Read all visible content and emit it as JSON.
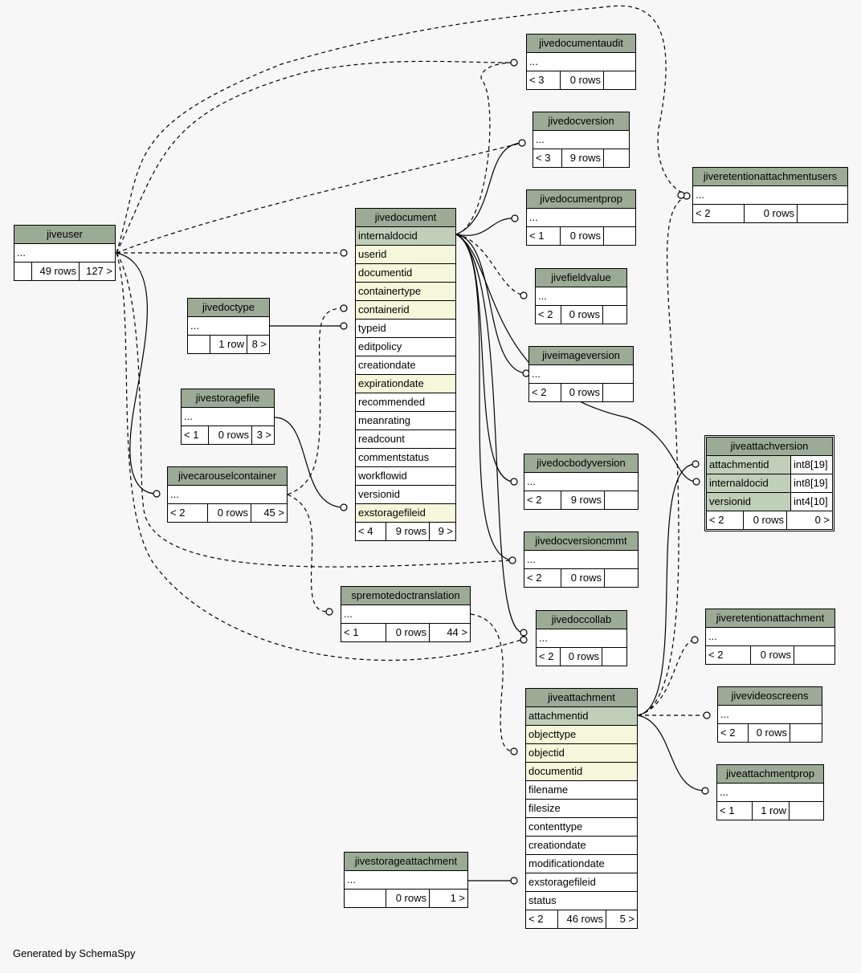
{
  "footer": "Generated by SchemaSpy",
  "colors": {
    "header": "#9bab96",
    "primary_key": "#bfcfb9",
    "foreign_key": "#f4f7da",
    "background": "#f7f7f7"
  },
  "tables": {
    "jiveuser": {
      "name": "jiveuser",
      "columns": [
        "..."
      ],
      "foot": [
        "",
        "49 rows",
        "127 >"
      ]
    },
    "jivedoctype": {
      "name": "jivedoctype",
      "columns": [
        "..."
      ],
      "foot": [
        "",
        "1 row",
        "8 >"
      ]
    },
    "jivestoragefile": {
      "name": "jivestoragefile",
      "columns": [
        "..."
      ],
      "foot": [
        "< 1",
        "0 rows",
        "3 >"
      ]
    },
    "jivecarouselcontainer": {
      "name": "jivecarouselcontainer",
      "columns": [
        "..."
      ],
      "foot": [
        "< 2",
        "0 rows",
        "45 >"
      ]
    },
    "jivedocument": {
      "name": "jivedocument",
      "columns": [
        "internaldocid",
        "userid",
        "documentid",
        "containertype",
        "containerid",
        "typeid",
        "editpolicy",
        "creationdate",
        "expirationdate",
        "recommended",
        "meanrating",
        "readcount",
        "commentstatus",
        "workflowid",
        "versionid",
        "exstoragefileid"
      ],
      "foot": [
        "< 4",
        "9 rows",
        "9 >"
      ]
    },
    "spremotedoctranslation": {
      "name": "spremotedoctranslation",
      "columns": [
        "..."
      ],
      "foot": [
        "< 1",
        "0 rows",
        "44 >"
      ]
    },
    "jivestorageattachment": {
      "name": "jivestorageattachment",
      "columns": [
        "..."
      ],
      "foot": [
        "",
        "0 rows",
        "1 >"
      ]
    },
    "jiveattachment": {
      "name": "jiveattachment",
      "columns": [
        "attachmentid",
        "objecttype",
        "objectid",
        "documentid",
        "filename",
        "filesize",
        "contenttype",
        "creationdate",
        "modificationdate",
        "exstoragefileid",
        "status"
      ],
      "foot": [
        "< 2",
        "46 rows",
        "5 >"
      ]
    },
    "jivedocumentaudit": {
      "name": "jivedocumentaudit",
      "columns": [
        "..."
      ],
      "foot": [
        "< 3",
        "0 rows",
        ""
      ]
    },
    "jivedocversion": {
      "name": "jivedocversion",
      "columns": [
        "..."
      ],
      "foot": [
        "< 3",
        "9 rows",
        ""
      ]
    },
    "jivedocumentprop": {
      "name": "jivedocumentprop",
      "columns": [
        "..."
      ],
      "foot": [
        "< 1",
        "0 rows",
        ""
      ]
    },
    "jivefieldvalue": {
      "name": "jivefieldvalue",
      "columns": [
        "..."
      ],
      "foot": [
        "< 2",
        "0 rows",
        ""
      ]
    },
    "jiveimageversion": {
      "name": "jiveimageversion",
      "columns": [
        "..."
      ],
      "foot": [
        "< 2",
        "0 rows",
        ""
      ]
    },
    "jivedocbodyversion": {
      "name": "jivedocbodyversion",
      "columns": [
        "..."
      ],
      "foot": [
        "< 2",
        "9 rows",
        ""
      ]
    },
    "jivedocversioncmmt": {
      "name": "jivedocversioncmmt",
      "columns": [
        "..."
      ],
      "foot": [
        "< 2",
        "0 rows",
        ""
      ]
    },
    "jivedoccollab": {
      "name": "jivedoccollab",
      "columns": [
        "..."
      ],
      "foot": [
        "< 2",
        "0 rows",
        ""
      ]
    },
    "jiveretentionattachmentusers": {
      "name": "jiveretentionattachmentusers",
      "columns": [
        "..."
      ],
      "foot": [
        "< 2",
        "0 rows",
        ""
      ]
    },
    "jiveattachversion": {
      "name": "jiveattachversion",
      "columns": [
        "attachmentid",
        "internaldocid",
        "versionid"
      ],
      "types": [
        "int8[19]",
        "int8[19]",
        "int4[10]"
      ],
      "foot": [
        "< 2",
        "0 rows",
        "0 >"
      ]
    },
    "jiveretentionattachment": {
      "name": "jiveretentionattachment",
      "columns": [
        "..."
      ],
      "foot": [
        "< 2",
        "0 rows",
        ""
      ]
    },
    "jivevideoscreens": {
      "name": "jivevideoscreens",
      "columns": [
        "..."
      ],
      "foot": [
        "< 2",
        "0 rows",
        ""
      ]
    },
    "jiveattachmentprop": {
      "name": "jiveattachmentprop",
      "columns": [
        "..."
      ],
      "foot": [
        "< 1",
        "1 row",
        ""
      ]
    }
  }
}
